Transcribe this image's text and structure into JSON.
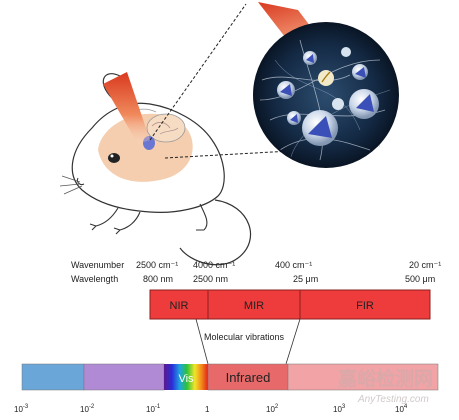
{
  "spectrum_header": {
    "row_labels": [
      "Wavenumber",
      "Wavelength"
    ],
    "columns": [
      {
        "wavenumber": "2500 cm⁻¹",
        "wavelength": "800 nm"
      },
      {
        "wavenumber": "4000 cm⁻¹",
        "wavelength": "2500 nm"
      },
      {
        "wavenumber": "400 cm⁻¹",
        "wavelength": "25 μm"
      },
      {
        "wavenumber": "20 cm⁻¹",
        "wavelength": "500 μm"
      }
    ]
  },
  "ir_bands": [
    "NIR",
    "MIR",
    "FIR"
  ],
  "molecular_label": "Molecular vibrations",
  "spectrum_bar": {
    "vis_label": "Vis",
    "ir_label": "Infrared"
  },
  "ticks": [
    {
      "base": "10",
      "exp": "-3"
    },
    {
      "base": "10",
      "exp": "-2"
    },
    {
      "base": "10",
      "exp": "-1"
    },
    {
      "base": "1",
      "exp": ""
    },
    {
      "base": "10",
      "exp": "2"
    },
    {
      "base": "10",
      "exp": "3"
    },
    {
      "base": "10",
      "exp": "4"
    }
  ],
  "watermark": {
    "chinese": "嘉峪检测网",
    "english": "AnyTesting.com"
  },
  "colors": {
    "beam": "#e8502b",
    "band_red": "#ee3b3b",
    "band_border": "#8a1f1f",
    "uv_blue": "#6aa7d8",
    "purple": "#b18ad6",
    "infrared": "#e8696a",
    "skin": "#f3c9a5",
    "inset_bg": "#0e1e33"
  }
}
